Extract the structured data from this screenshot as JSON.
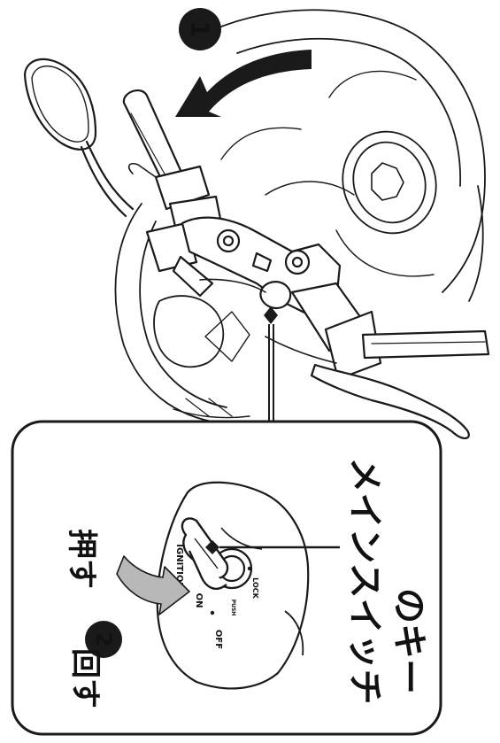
{
  "steps": {
    "step1": {
      "number": "1"
    },
    "step2": {
      "number": "2"
    }
  },
  "labels": {
    "push": "押す",
    "turn": "回す",
    "main_switch_key_line1": "メインスイッチ",
    "main_switch_key_line2": "のキー"
  },
  "key_switch_positions": {
    "on": "ON",
    "off": "OFF",
    "lock": "LOCK",
    "ignition": "IGNITION",
    "push": "PUSH"
  },
  "colors": {
    "line": "#1a1a1a",
    "arrow_fill": "#1a1a1a",
    "gray_arrow": "#b8b8b8",
    "badge": "#1a1a1a",
    "badge_text": "#ffffff",
    "panel_border": "#1a1a1a",
    "background": "#ffffff"
  }
}
